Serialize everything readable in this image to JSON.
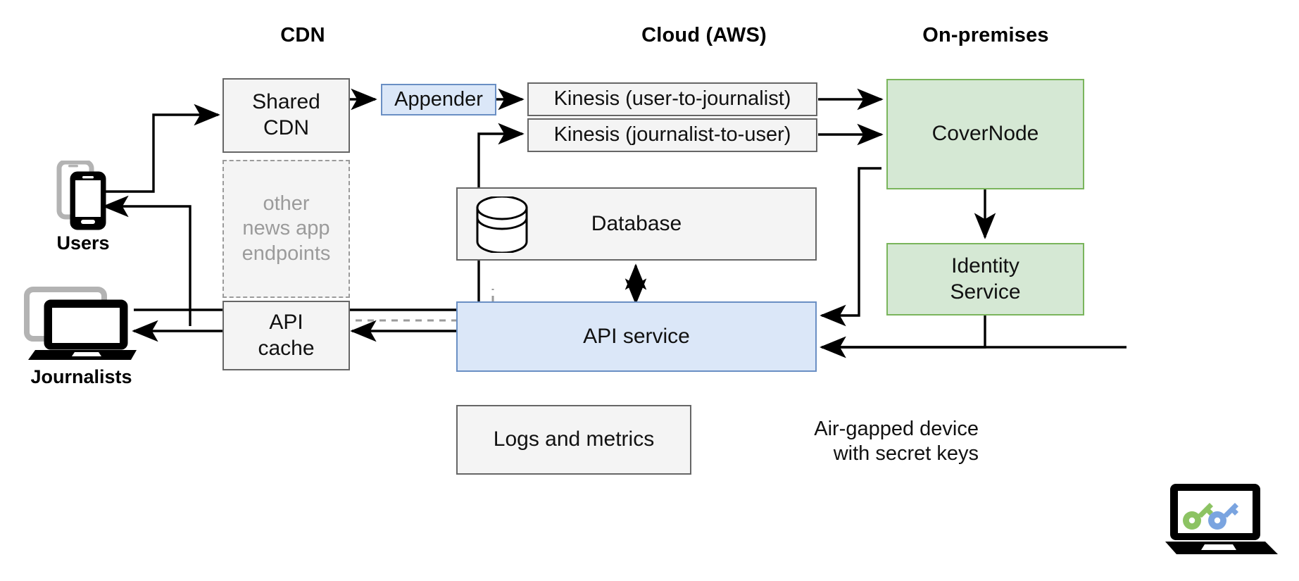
{
  "zones": [
    {
      "id": "cdn",
      "label": "CDN"
    },
    {
      "id": "cloud",
      "label": "Cloud (AWS)"
    },
    {
      "id": "onprem",
      "label": "On-premises"
    }
  ],
  "nodes": {
    "shared_cdn": "Shared\nCDN",
    "other_endpoints": "other\nnews app\nendpoints",
    "api_cache": "API\ncache",
    "appender": "Appender",
    "kinesis_u2j": "Kinesis (user-to-journalist)",
    "kinesis_j2u": "Kinesis (journalist-to-user)",
    "database": "Database",
    "api_service": "API service",
    "logs_metrics": "Logs and metrics",
    "covernode": "CoverNode",
    "identity_service": "Identity\nService"
  },
  "actors": {
    "users": "Users",
    "journalists": "Journalists"
  },
  "annotations": {
    "airgapped": "Air-gapped device\nwith secret keys"
  },
  "icons": {
    "users": "mobile-phones-icon",
    "journalists": "laptops-icon",
    "database": "database-cylinder-icon",
    "airgapped": "laptop-with-keys-icon",
    "key_green": "key-icon-green",
    "key_blue": "key-icon-blue"
  },
  "colors": {
    "grey_fill": "#f4f4f4",
    "grey_stroke": "#666666",
    "blue_fill": "#dbe7f8",
    "blue_stroke": "#6a8fc4",
    "green_fill": "#d5e8d4",
    "green_stroke": "#7ab55c",
    "dashed_stroke": "#9b9b9b",
    "muted_text": "#9b9b9b",
    "key_green": "#8cc363",
    "key_blue": "#7aa4e0",
    "line": "#000000"
  }
}
